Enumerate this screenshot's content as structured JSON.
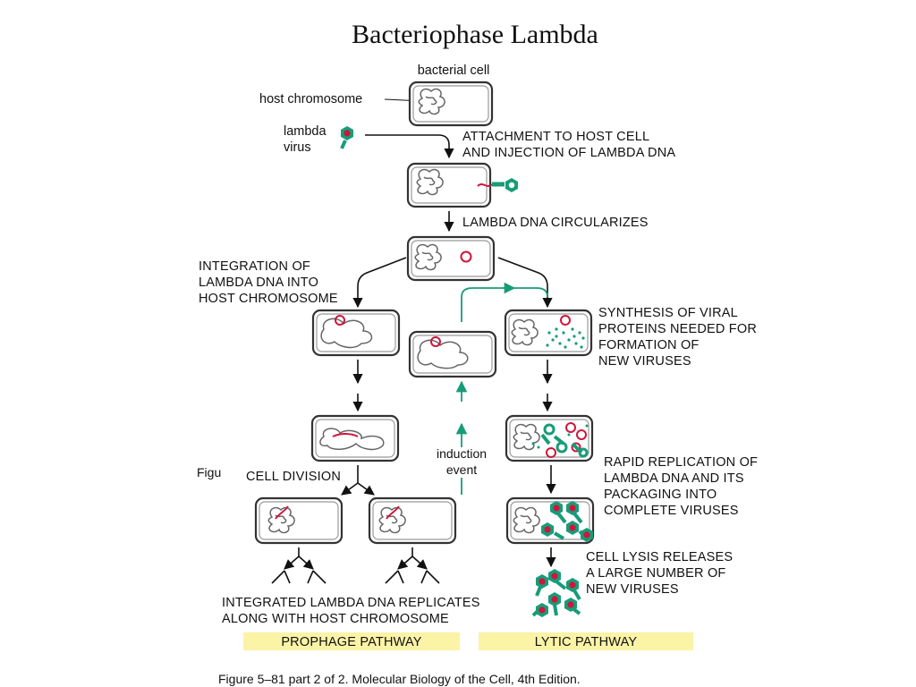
{
  "title": "Bacteriophase Lambda",
  "labels": {
    "bacterial_cell": "bacterial cell",
    "host_chromosome": "host chromosome",
    "lambda_virus_1": "lambda",
    "lambda_virus_2": "virus",
    "induction_1": "induction",
    "induction_2": "event",
    "figure_fragment": "Figu"
  },
  "steps": {
    "attachment_1": "ATTACHMENT TO HOST CELL",
    "attachment_2": "AND INJECTION OF LAMBDA DNA",
    "circularizes": "LAMBDA DNA CIRCULARIZES",
    "integration_1": "INTEGRATION OF",
    "integration_2": "LAMBDA DNA INTO",
    "integration_3": "HOST CHROMOSOME",
    "synthesis_1": "SYNTHESIS OF VIRAL",
    "synthesis_2": "PROTEINS NEEDED FOR",
    "synthesis_3": "FORMATION OF",
    "synthesis_4": "NEW VIRUSES",
    "cell_division": "CELL DIVISION",
    "replication_1": "RAPID REPLICATION OF",
    "replication_2": "LAMBDA DNA AND ITS",
    "replication_3": "PACKAGING INTO",
    "replication_4": "COMPLETE VIRUSES",
    "lysis_1": "CELL LYSIS RELEASES",
    "lysis_2": "A LARGE NUMBER OF",
    "lysis_3": "NEW VIRUSES",
    "integrated_1": "INTEGRATED LAMBDA DNA REPLICATES",
    "integrated_2": "ALONG WITH HOST CHROMOSOME"
  },
  "pathways": {
    "prophage": "PROPHAGE PATHWAY",
    "lytic": "LYTIC PATHWAY"
  },
  "caption": "Figure 5–81 part 2 of 2. Molecular Biology of the Cell, 4th Edition.",
  "colors": {
    "lambda_dna": "#d0153a",
    "virus_green": "#179c78",
    "banner_yellow": "#fbf3a6"
  }
}
